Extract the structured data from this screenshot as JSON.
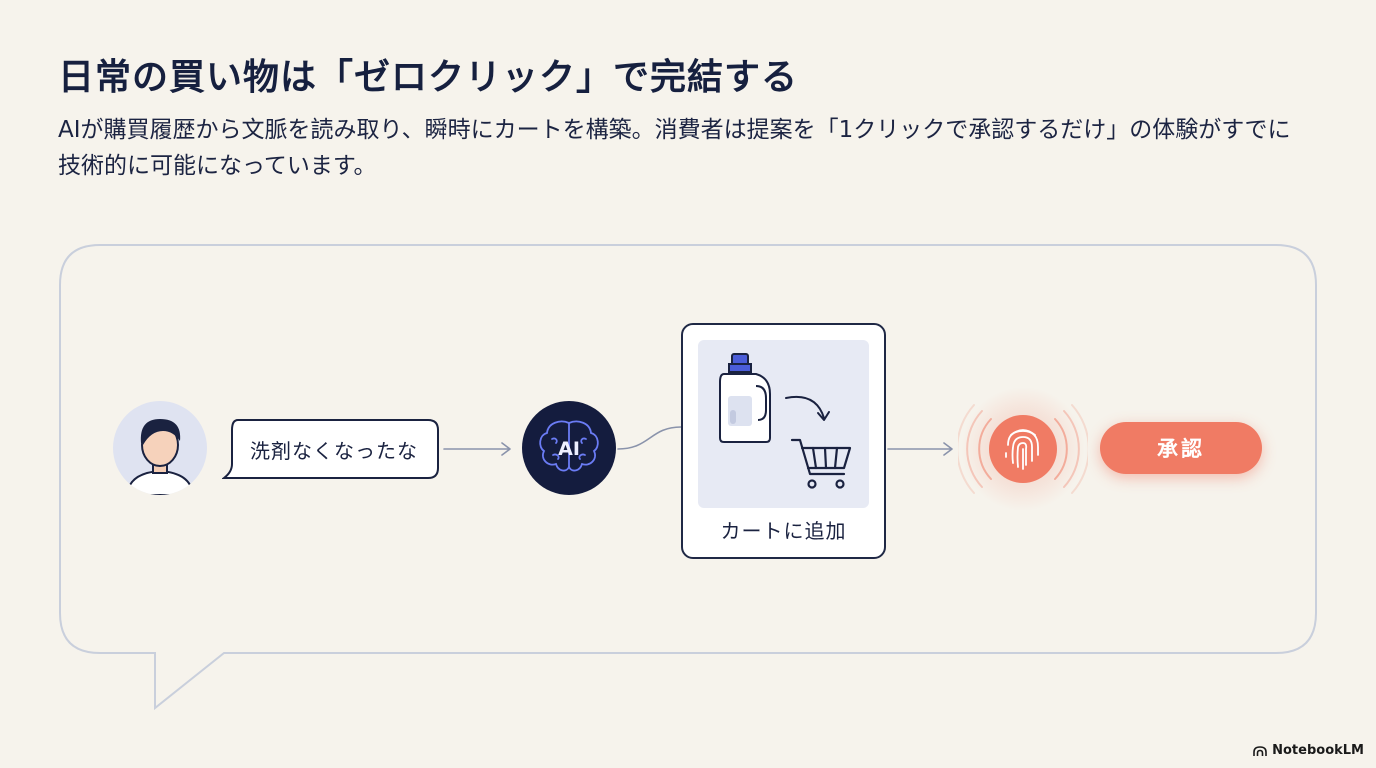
{
  "title": "日常の買い物は「ゼロクリック」で完結する",
  "subtitle": "AIが購買履歴から文脈を読み取り、瞬時にカートを構築。消費者は提案を「1クリックで承認するだけ」の体験がすでに技術的に可能になっています。",
  "flow": {
    "speech_text": "洗剤なくなったな",
    "ai_label": "AI",
    "cart_label": "カートに追加",
    "approve_label": "承認"
  },
  "brand": {
    "name": "NotebookLM"
  },
  "colors": {
    "background": "#f6f3ec",
    "navy": "#1a2240",
    "accent": "#f07b64",
    "ai_node": "#141c3e",
    "ai_glow": "#6b7cf5",
    "frame": "#c9cfdc"
  }
}
